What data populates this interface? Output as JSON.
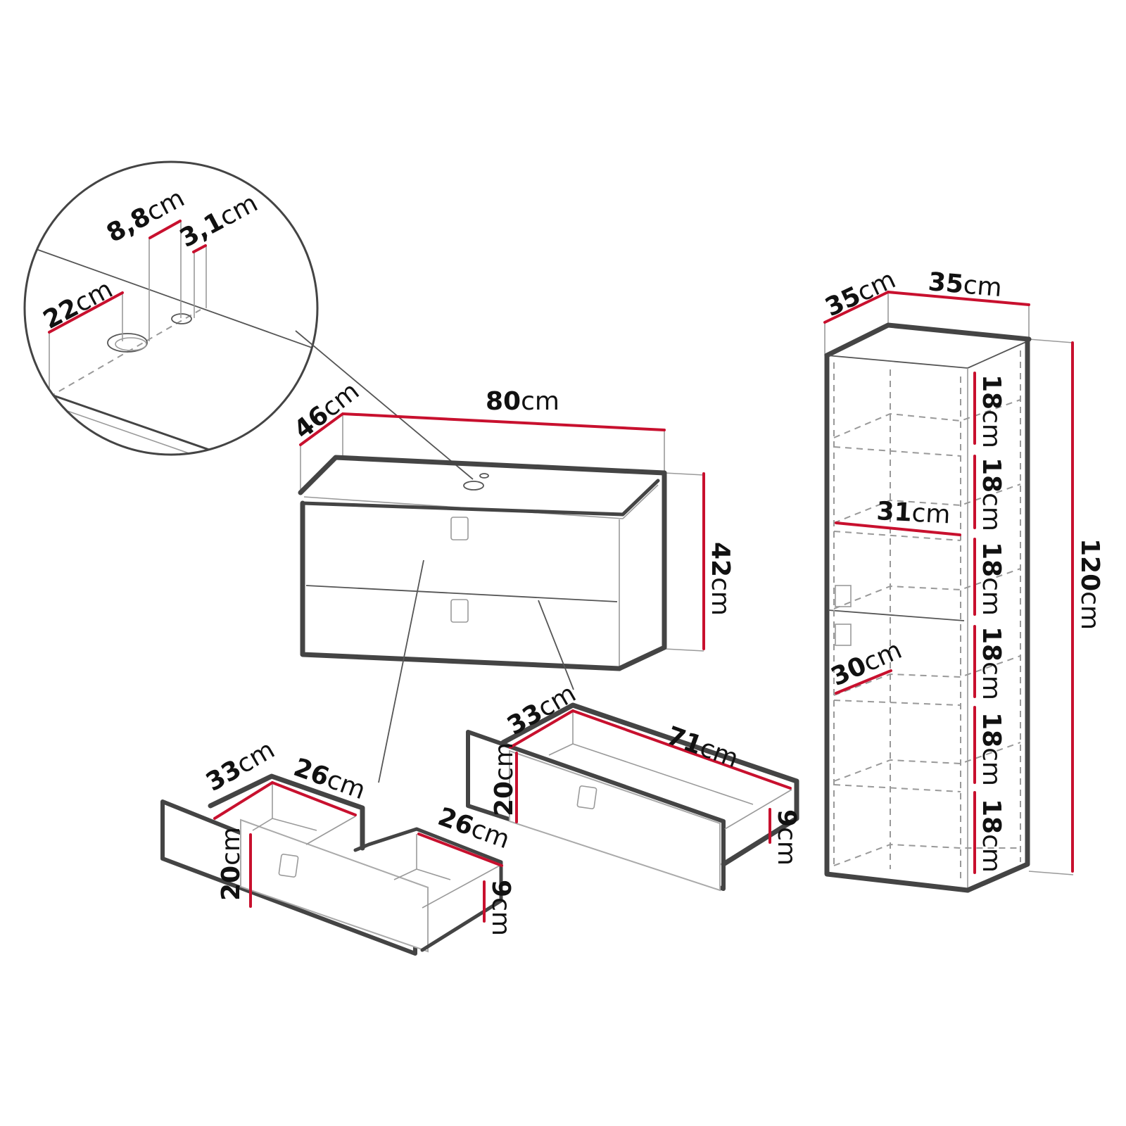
{
  "diagram": {
    "title": "Bathroom furniture set dimensions",
    "colors": {
      "dimension_line": "#c8102e",
      "outline": "#444444",
      "text": "#111111",
      "background": "#ffffff"
    },
    "detail_callout": {
      "labels": [
        {
          "id": "d_22",
          "num": "22",
          "unit": "cm"
        },
        {
          "id": "d_88",
          "num": "8,8",
          "unit": "cm"
        },
        {
          "id": "d_31",
          "num": "3,1",
          "unit": "cm"
        }
      ]
    },
    "vanity_cabinet": {
      "depth": {
        "num": "46",
        "unit": "cm"
      },
      "width": {
        "num": "80",
        "unit": "cm"
      },
      "height": {
        "num": "42",
        "unit": "cm"
      }
    },
    "drawer_double": {
      "depth": {
        "num": "33",
        "unit": "cm"
      },
      "compartment_1_width": {
        "num": "26",
        "unit": "cm"
      },
      "compartment_2_width": {
        "num": "26",
        "unit": "cm"
      },
      "front_height": {
        "num": "20",
        "unit": "cm"
      },
      "inner_height": {
        "num": "9",
        "unit": "cm"
      }
    },
    "drawer_single": {
      "depth": {
        "num": "33",
        "unit": "cm"
      },
      "width": {
        "num": "71",
        "unit": "cm"
      },
      "front_height": {
        "num": "20",
        "unit": "cm"
      },
      "inner_height": {
        "num": "9",
        "unit": "cm"
      }
    },
    "tall_cabinet": {
      "depth": {
        "num": "35",
        "unit": "cm"
      },
      "width": {
        "num": "35",
        "unit": "cm"
      },
      "height": {
        "num": "120",
        "unit": "cm"
      },
      "shelf_width": {
        "num": "31",
        "unit": "cm"
      },
      "shelf_depth": {
        "num": "30",
        "unit": "cm"
      },
      "shelf_spacings": [
        {
          "num": "18",
          "unit": "cm"
        },
        {
          "num": "18",
          "unit": "cm"
        },
        {
          "num": "18",
          "unit": "cm"
        },
        {
          "num": "18",
          "unit": "cm"
        },
        {
          "num": "18",
          "unit": "cm"
        },
        {
          "num": "18",
          "unit": "cm"
        }
      ]
    }
  }
}
